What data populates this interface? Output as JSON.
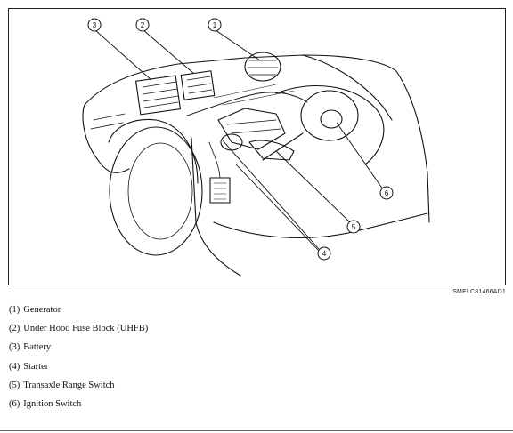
{
  "figure": {
    "id": "SMELC81466AD1",
    "callouts": [
      "1",
      "2",
      "3",
      "4",
      "5",
      "6"
    ]
  },
  "legend": {
    "items": [
      {
        "num": "(1)",
        "label": "Generator"
      },
      {
        "num": "(2)",
        "label": "Under Hood Fuse Block (UHFB)"
      },
      {
        "num": "(3)",
        "label": "Battery"
      },
      {
        "num": "(4)",
        "label": "Starter"
      },
      {
        "num": "(5)",
        "label": "Transaxle Range Switch"
      },
      {
        "num": "(6)",
        "label": "Ignition Switch"
      }
    ]
  }
}
